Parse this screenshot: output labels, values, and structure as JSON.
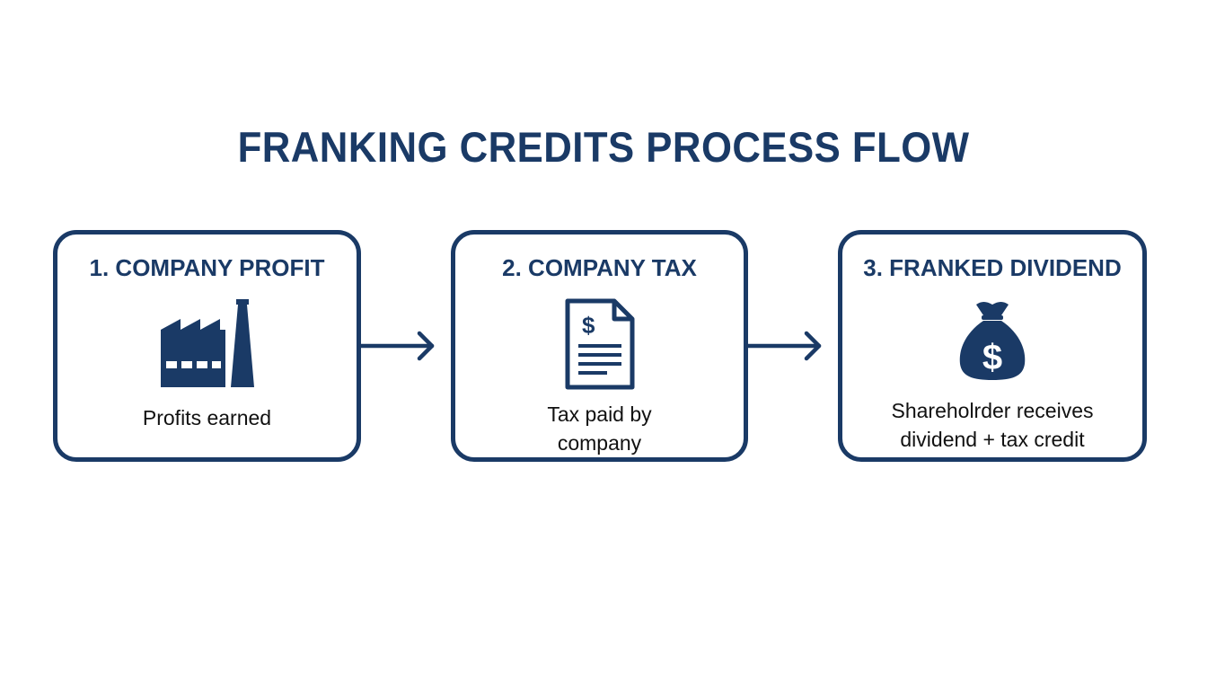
{
  "title": "FRANKING CREDITS PROCESS FLOW",
  "colors": {
    "primary": "#1a3a66",
    "text": "#111111",
    "background": "#ffffff"
  },
  "steps": [
    {
      "title": "1. COMPANY PROFIT",
      "icon": "factory-icon",
      "description": "Profits earned"
    },
    {
      "title": "2. COMPANY TAX",
      "icon": "tax-document-icon",
      "description_lines": [
        "Tax paid by",
        "company"
      ]
    },
    {
      "title": "3. FRANKED DIVIDEND",
      "icon": "money-bag-icon",
      "description_lines": [
        "Shareholrder receives",
        "dividend + tax credit"
      ]
    }
  ],
  "connectors": [
    {
      "from": "1. COMPANY PROFIT",
      "to": "2. COMPANY TAX",
      "icon": "arrow-right-icon"
    },
    {
      "from": "2. COMPANY TAX",
      "to": "3. FRANKED DIVIDEND",
      "icon": "arrow-right-icon"
    }
  ]
}
